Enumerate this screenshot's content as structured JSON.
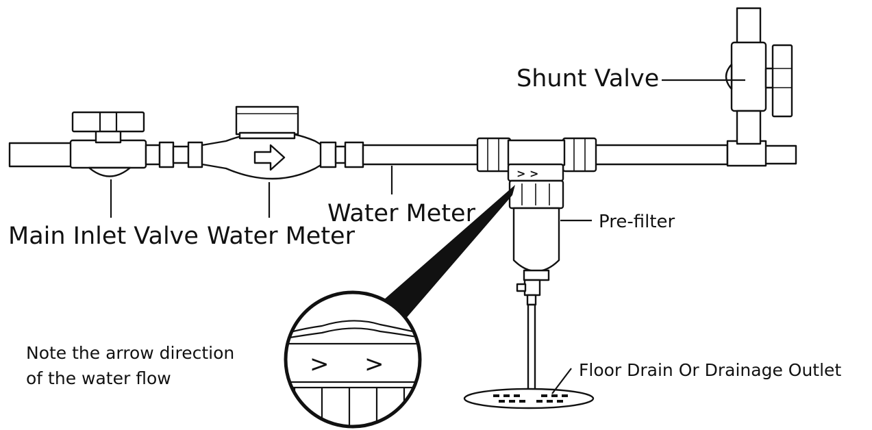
{
  "labels": {
    "main_inlet_valve": "Main Inlet Valve",
    "water_meter_1": "Water Meter",
    "water_meter_2": "Water Meter",
    "shunt_valve": "Shunt Valve",
    "pre_filter": "Pre-filter",
    "floor_drain": "Floor Drain Or Drainage Outlet",
    "note_line1": "Note the arrow direction",
    "note_line2": "of the water flow"
  },
  "filter_arrows": ">  >",
  "zoom_arrows": [
    ">",
    ">"
  ],
  "colors": {
    "line": "#111111",
    "fill": "#ffffff"
  }
}
